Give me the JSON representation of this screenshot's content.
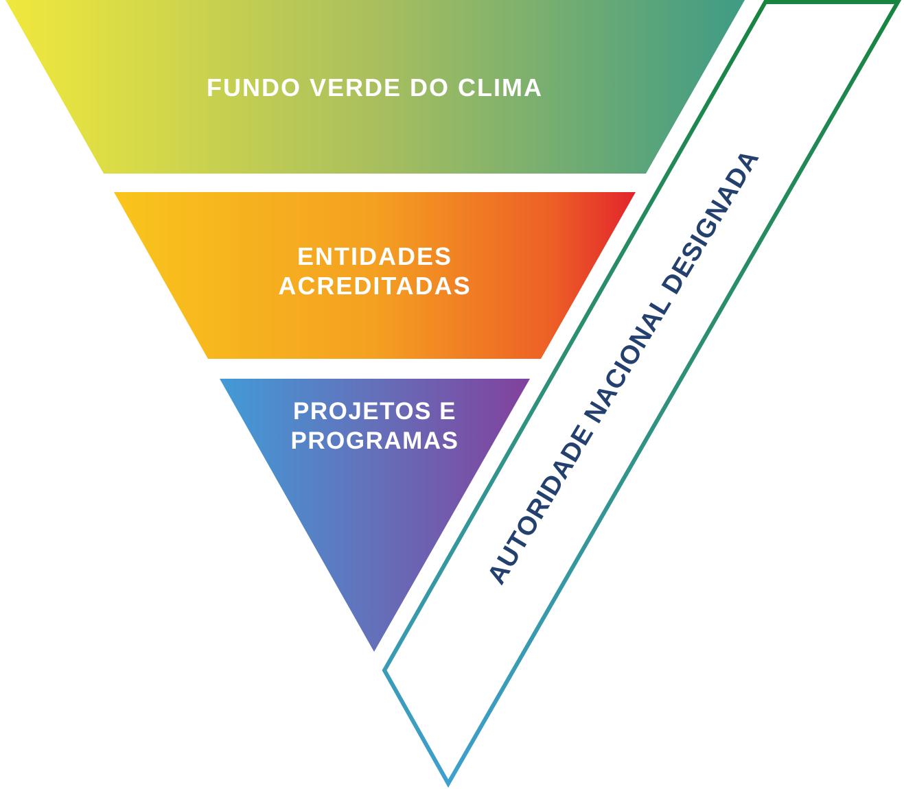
{
  "diagram": {
    "funnel": {
      "levels": [
        {
          "label": "FUNDO VERDE DO CLIMA",
          "text_color": "#FFFFFF",
          "gradient": [
            "#F0E83C",
            "#A9BF5E",
            "#3F9B85"
          ]
        },
        {
          "lines": [
            "ENTIDADES",
            "ACREDITADAS"
          ],
          "text_color": "#FFFFFF",
          "gradient": [
            "#F9C51C",
            "#F4A021",
            "#ED5F26",
            "#E2242C"
          ]
        },
        {
          "lines": [
            "PROJETOS E",
            "PROGRAMAS"
          ],
          "text_color": "#FFFFFF",
          "gradient": [
            "#429BD7",
            "#6470BA",
            "#82419C"
          ]
        }
      ]
    },
    "ribbon": {
      "label": "AUTORIDADE NACIONAL DESIGNADA",
      "text_color": "#24406E",
      "fill_color": "#FFFFFF",
      "stroke_gradient": [
        "#17843F",
        "#2E9077",
        "#3EA0CE"
      ]
    }
  }
}
